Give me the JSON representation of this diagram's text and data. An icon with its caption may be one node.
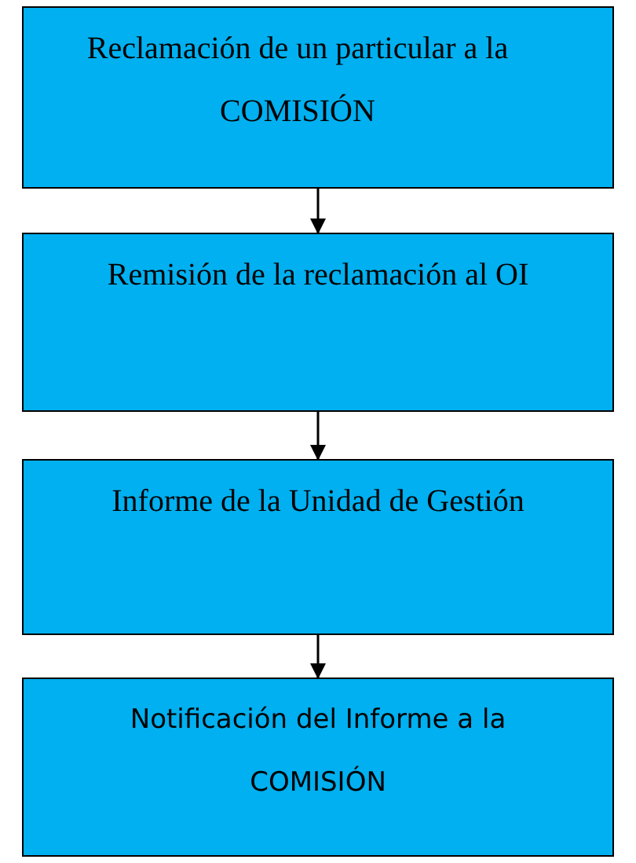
{
  "diagram": {
    "nodes": [
      {
        "text": [
          "Reclamación de un particular a la COMISIÓN"
        ]
      },
      {
        "text": [
          "Remisión de la reclamación al OI"
        ]
      },
      {
        "text": [
          "Informe de la Unidad de Gestión"
        ]
      },
      {
        "text": [
          "Notificación del Informe a la COMISIÓN"
        ]
      }
    ],
    "edges": [
      {
        "from": 0,
        "to": 1,
        "arrow": "to"
      },
      {
        "from": 1,
        "to": 2,
        "arrow": "to"
      },
      {
        "from": 2,
        "to": 3,
        "arrow": "to"
      }
    ]
  }
}
